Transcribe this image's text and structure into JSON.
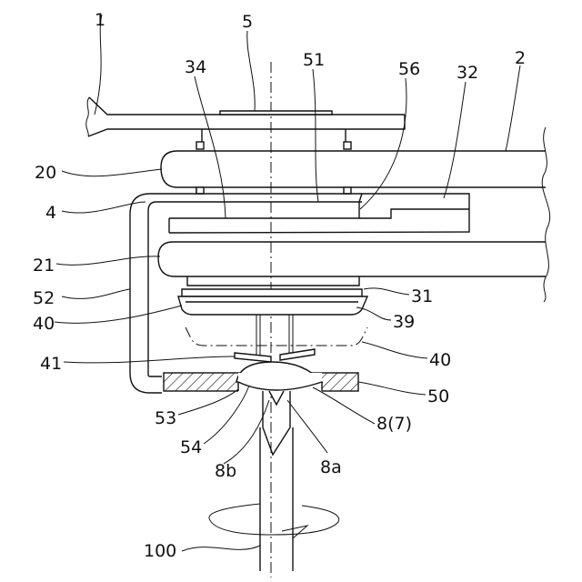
{
  "figure": {
    "labels": {
      "l1": "1",
      "l5": "5",
      "l34": "34",
      "l51": "51",
      "l56": "56",
      "l32": "32",
      "l2": "2",
      "l20": "20",
      "l4": "4",
      "l21": "21",
      "l52": "52",
      "l31": "31",
      "l40a": "40",
      "l39": "39",
      "l41": "41",
      "l40b": "40",
      "l50": "50",
      "l53": "53",
      "l8_7": "8(7)",
      "l54": "54",
      "l8b": "8b",
      "l8a": "8a",
      "l100": "100"
    }
  }
}
